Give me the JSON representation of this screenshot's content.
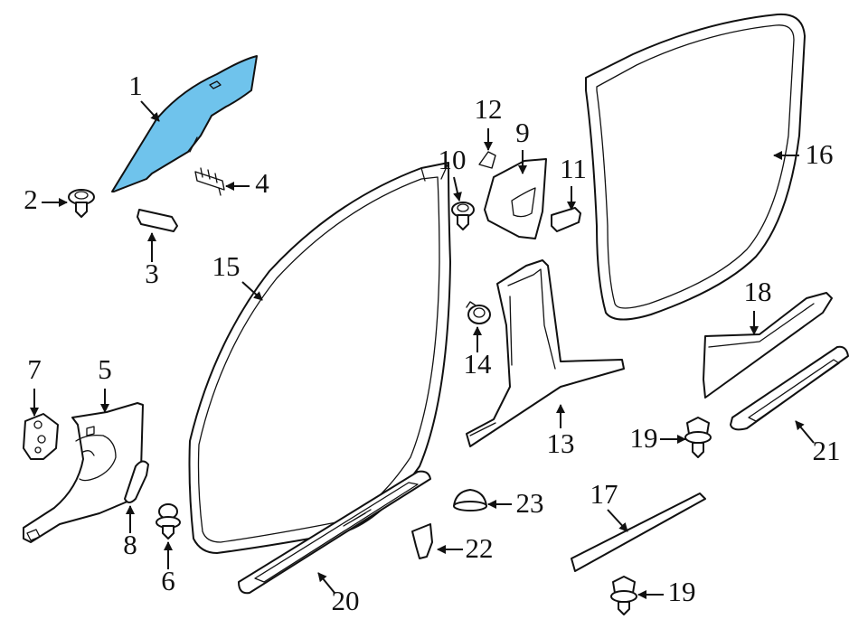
{
  "diagram": {
    "highlight_color": "#6fc3ec",
    "callouts": [
      {
        "id": "c1",
        "label": "1"
      },
      {
        "id": "c2",
        "label": "2"
      },
      {
        "id": "c3",
        "label": "3"
      },
      {
        "id": "c4",
        "label": "4"
      },
      {
        "id": "c5",
        "label": "5"
      },
      {
        "id": "c6",
        "label": "6"
      },
      {
        "id": "c7",
        "label": "7"
      },
      {
        "id": "c8",
        "label": "8"
      },
      {
        "id": "c9",
        "label": "9"
      },
      {
        "id": "c10",
        "label": "10"
      },
      {
        "id": "c11",
        "label": "11"
      },
      {
        "id": "c12",
        "label": "12"
      },
      {
        "id": "c13",
        "label": "13"
      },
      {
        "id": "c14",
        "label": "14"
      },
      {
        "id": "c15",
        "label": "15"
      },
      {
        "id": "c16",
        "label": "16"
      },
      {
        "id": "c17",
        "label": "17"
      },
      {
        "id": "c18",
        "label": "18"
      },
      {
        "id": "c19a",
        "label": "19"
      },
      {
        "id": "c19b",
        "label": "19"
      },
      {
        "id": "c20",
        "label": "20"
      },
      {
        "id": "c21",
        "label": "21"
      },
      {
        "id": "c22",
        "label": "22"
      },
      {
        "id": "c23",
        "label": "23"
      }
    ]
  }
}
